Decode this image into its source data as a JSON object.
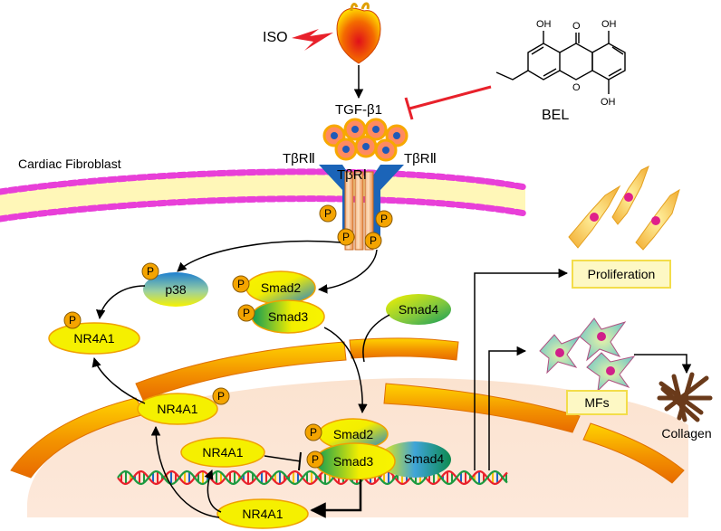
{
  "labels": {
    "iso": "ISO",
    "tgf": "TGF-β1",
    "bel": "BEL",
    "oh_top_left": "OH",
    "o_carbonyl": "O",
    "oh_top_right": "OH",
    "oh_bottom": "OH",
    "cardiac_fibroblast": "Cardiac Fibroblast",
    "receptor_left": "TβRⅡ",
    "receptor_center": "TβRⅠ",
    "receptor_right": "TβRⅡ",
    "phospho": "P",
    "p38": "p38",
    "smad2": "Smad2",
    "smad3": "Smad3",
    "smad4": "Smad4",
    "nr4a1": "NR4A1",
    "proliferation": "Proliferation",
    "mfs": "MFs",
    "collagen": "Collagen"
  },
  "colors": {
    "inhibit_red": "#e8212b",
    "yellow_node": "#f5f000",
    "phospho_orange": "#f4a400",
    "membrane_pink": "#e83fd8",
    "nucleus_orange": "#f08a00",
    "box_fill": "#fdf8c4",
    "box_border": "#f3dd4a"
  }
}
